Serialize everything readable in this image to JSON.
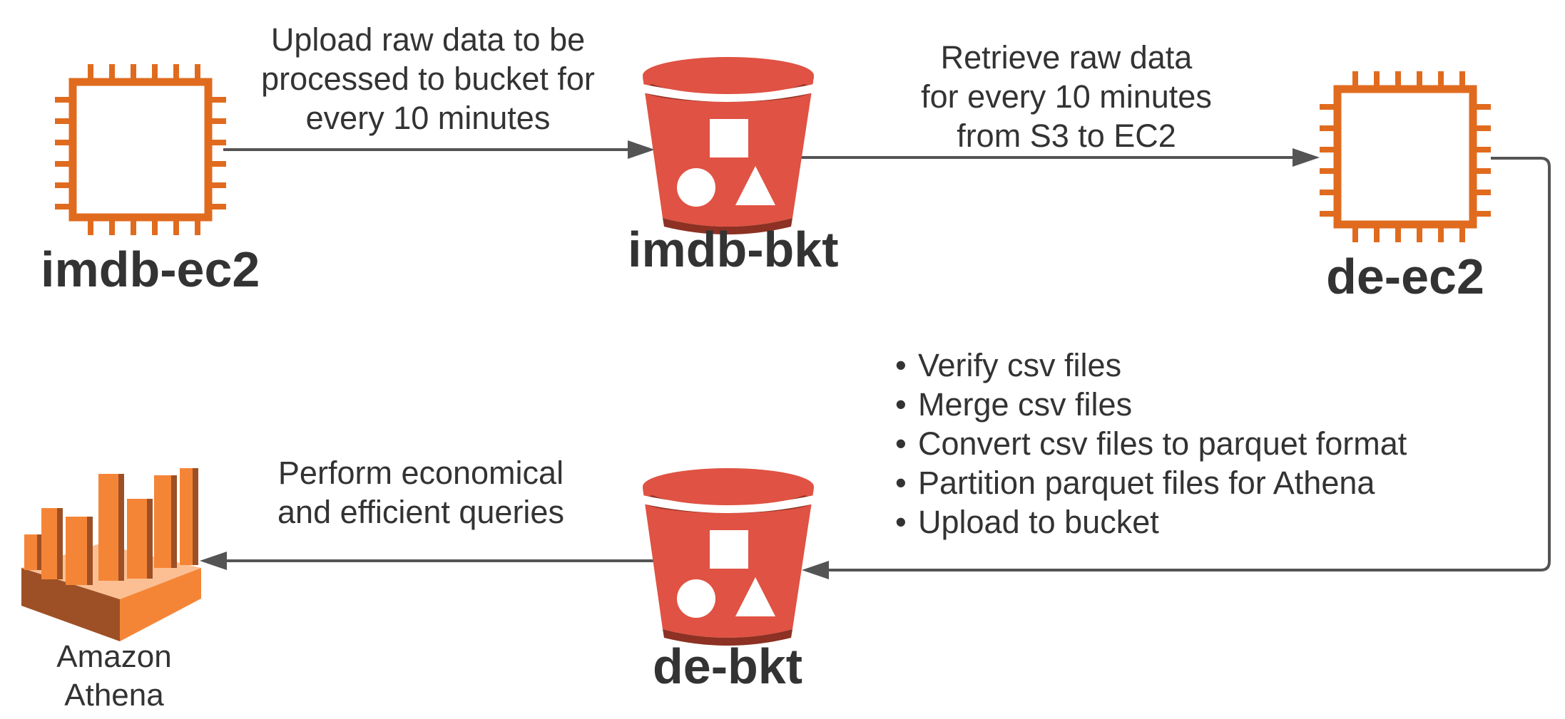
{
  "colors": {
    "ec2_orange": "#E06B1F",
    "bucket_red": "#E05243",
    "bucket_dark": "#8C3123",
    "athena_orange": "#F58536",
    "athena_dark": "#9D5025",
    "arrow": "#545454",
    "text": "#333333"
  },
  "nodes": {
    "imdb_ec2": {
      "label": "imdb-ec2",
      "icon": "ec2-chip-icon"
    },
    "imdb_bkt": {
      "label": "imdb-bkt",
      "icon": "s3-bucket-icon"
    },
    "de_ec2": {
      "label": "de-ec2",
      "icon": "ec2-chip-icon"
    },
    "de_bkt": {
      "label": "de-bkt",
      "icon": "s3-bucket-icon"
    },
    "athena": {
      "label_line1": "Amazon",
      "label_line2": "Athena",
      "icon": "athena-icon"
    }
  },
  "edges": {
    "ec2_to_bucket": {
      "line1": "Upload raw data to be",
      "line2": "processed to bucket for",
      "line3": "every 10 minutes"
    },
    "bucket_to_ec2": {
      "line1": "Retrieve raw data",
      "line2": "for every 10 minutes",
      "line3": "from S3 to EC2"
    },
    "ec2_to_de_bucket": {
      "steps": [
        "Verify csv files",
        "Merge csv files",
        "Convert csv files to parquet format",
        "Partition parquet files for Athena",
        "Upload to bucket"
      ]
    },
    "bucket_to_athena": {
      "line1": "Perform economical",
      "line2": "and efficient queries"
    }
  }
}
